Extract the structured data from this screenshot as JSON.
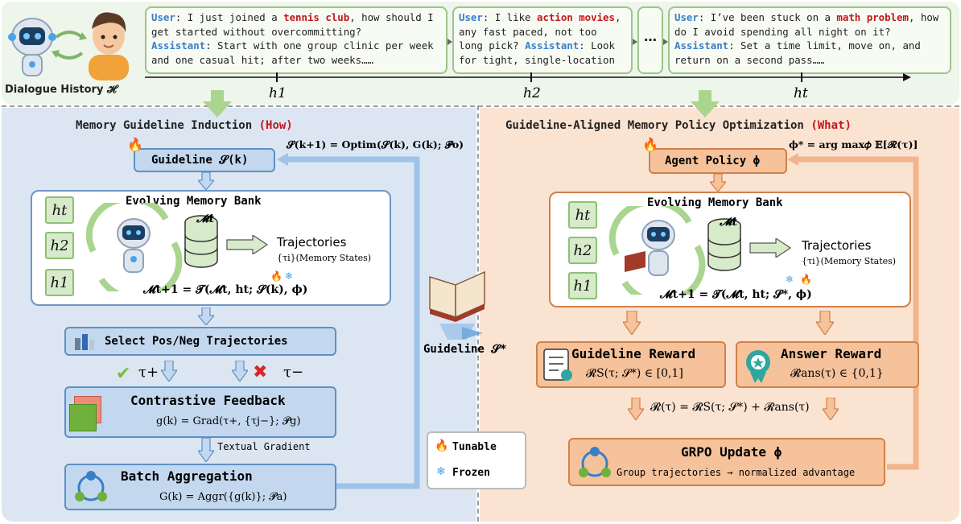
{
  "top": {
    "dialogue_label": "Dialogue History 𝓗",
    "dialogues": [
      {
        "user_label": "User",
        "user_pre": ": I just joined a ",
        "user_hl": "tennis club",
        "user_post": ", how should I get started without overcommitting?",
        "assistant_label": "Assistant",
        "assistant_text": ": Start with one group clinic per week and one casual hit; after two weeks……"
      },
      {
        "user_label": "User",
        "user_pre": ": I like ",
        "user_hl": "action movies",
        "user_post": ", any fast paced, not too long pick?",
        "assistant_label": "Assistant",
        "assistant_text": ": Look for tight, single-location"
      },
      {
        "user_label": "User",
        "user_pre": ": I’ve been stuck on a ",
        "user_hl": "math problem",
        "user_post": ", how do I avoid spending all night on it?",
        "assistant_label": "Assistant",
        "assistant_text": ": Set a time limit, move on, and return on a second pass……"
      }
    ],
    "ellipsis": "…",
    "timeline_labels": [
      "h1",
      "h2",
      "ht"
    ]
  },
  "left": {
    "title": "Memory Guideline Induction",
    "title_tag": "(How)",
    "guideline_label": "Guideline 𝓢(k)",
    "update_formula": "𝓢(k+1) = Optim(𝓢(k), G(k); 𝓟o)",
    "memory_bank_title": "Evolving Memory Bank",
    "h_labels": [
      "ht",
      "h2",
      "h1"
    ],
    "db_label": "𝓜t",
    "traj_title": "Trajectories",
    "traj_sub": "{τi}(Memory States)",
    "transition": "𝓜t+1 = 𝓣(𝓜t, ht; 𝓢(k), ϕ)",
    "select_label": "Select Pos/Neg Trajectories",
    "tau_plus": "τ+",
    "tau_minus": "τ−",
    "contrastive_title": "Contrastive Feedback",
    "contrastive_formula": "g(k) = Grad(τ+, {τj−}; 𝓟g)",
    "textual_gradient": "Textual Gradient",
    "batch_title": "Batch Aggregation",
    "batch_formula": "G(k) = Aggr({g(k)}; 𝓟a)"
  },
  "middle": {
    "guideline_star": "Guideline 𝓢*",
    "legend_tunable": "Tunable",
    "legend_frozen": "Frozen"
  },
  "right": {
    "title": "Guideline-Aligned Memory Policy Optimization",
    "title_tag": "(What)",
    "policy_label": "Agent Policy ϕ",
    "policy_formula": "ϕ* = arg max𝜙 𝔼[𝓡(τ)]",
    "memory_bank_title": "Evolving Memory Bank",
    "h_labels": [
      "ht",
      "h2",
      "h1"
    ],
    "db_label": "𝓜t",
    "traj_title": "Trajectories",
    "traj_sub": "{τi}(Memory States)",
    "transition": "𝓜t+1 = 𝓣(𝓜t, ht; 𝓢*, ϕ)",
    "guideline_reward_title": "Guideline Reward",
    "guideline_reward_formula": "𝓡S(τ; 𝓢*) ∈ [0,1]",
    "answer_reward_title": "Answer Reward",
    "answer_reward_formula": "𝓡ans(τ) ∈ {0,1}",
    "total_reward": "𝓡(τ) = 𝓡S(τ; 𝓢*) + 𝓡ans(τ)",
    "grpo_title": "GRPO Update ϕ",
    "grpo_sub": "Group trajectories → normalized advantage"
  },
  "colors": {
    "left_bg": "#dbe6f2",
    "right_bg": "#fbe3d2",
    "top_bg": "#eef5ea",
    "blue_arrow": "#9dc3e9",
    "orange_arrow": "#f2b48a",
    "red": "#c0181c"
  }
}
